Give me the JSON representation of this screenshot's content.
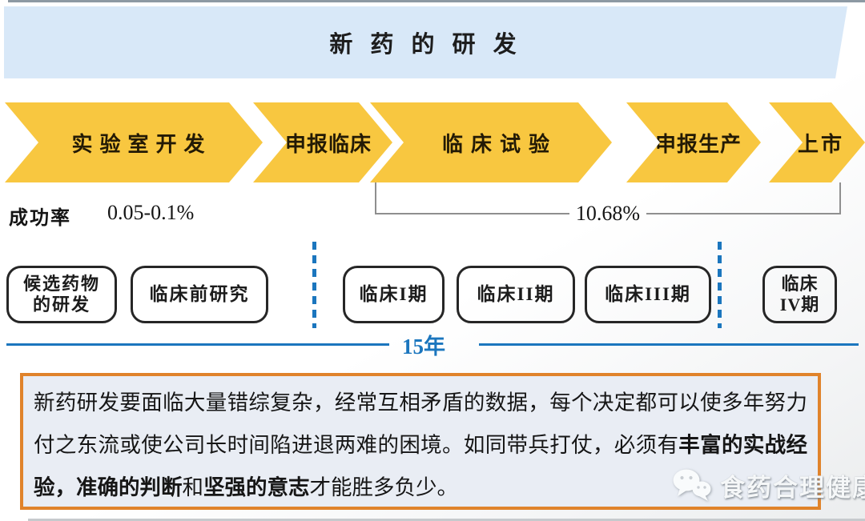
{
  "slide": {
    "title": "新 药 的 研 发"
  },
  "pipeline": {
    "stages": [
      {
        "label": "实验室开发"
      },
      {
        "label": "申报临床"
      },
      {
        "label": "临床试验"
      },
      {
        "label": "申报生产"
      },
      {
        "label": "上市"
      }
    ]
  },
  "success_rate": {
    "label": "成功率",
    "lab_rate": "0.05-0.1%",
    "clinical_rate": "10.68%"
  },
  "phases": {
    "boxes": [
      {
        "label": "候选药物\n的研发"
      },
      {
        "label": "临床前研究"
      },
      {
        "label": "临床I期"
      },
      {
        "label": "临床II期"
      },
      {
        "label": "临床III期"
      },
      {
        "label": "临床\nIV期"
      }
    ]
  },
  "timeline": {
    "duration": "15年"
  },
  "note": {
    "segments": [
      {
        "text": "新药研发要面临大量错综复杂，经常互相矛盾的数据，每个决定都可以使多年努力付之东流或使公司长时间陷进退两难的困境。如同带兵打仗，必须有"
      },
      {
        "text": "丰富的实战经验，准确的判断"
      },
      {
        "text": "和"
      },
      {
        "text": "坚强的意志"
      },
      {
        "text": "才能胜多负少。"
      }
    ]
  },
  "watermark": {
    "text": "食药合理健康"
  },
  "colors": {
    "banner_blue": "#D8E8F8",
    "stage_yellow": "#F8C740",
    "accent_blue": "#1B76BE",
    "note_border_orange": "#E0832B",
    "note_bg": "#E9EDF4",
    "bracket_gray": "#8F8F8F"
  }
}
